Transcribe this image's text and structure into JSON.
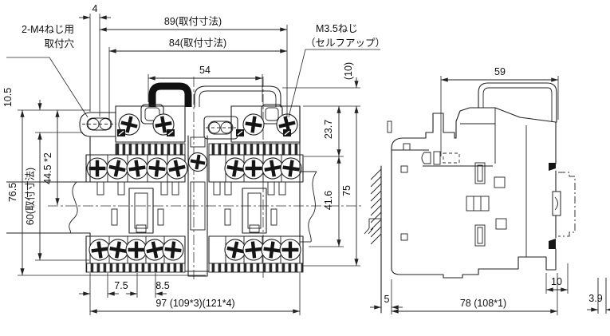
{
  "drawing": {
    "background": "#ffffff",
    "line_color": "#1f1f1f",
    "front_view": {
      "notes": {
        "m4_line1": "2-M4ねじ用",
        "m4_line2": "取付穴",
        "m35_line1": "M3.5ねじ",
        "m35_line2": "（セルフアップ）"
      },
      "dims": {
        "d4": "4",
        "d89": "89(取付寸法)",
        "d84": "84(取付寸法)",
        "d54": "54",
        "d10p": "(10)",
        "d10_5": "10.5",
        "d44_5": "44.5 *2",
        "d76_5": "76.5",
        "d60": "60(取付寸法)",
        "d23_7": "23.7",
        "d41_6": "41.6",
        "d75": "75",
        "d7_5": "7.5",
        "d8_5": "8.5",
        "d97": "97 (109*3)(121*4)"
      }
    },
    "side_view": {
      "dims": {
        "d59": "59",
        "d10": "10",
        "d5": "5",
        "d78": "78 (108*1)",
        "d3_9": "3.9"
      }
    }
  }
}
